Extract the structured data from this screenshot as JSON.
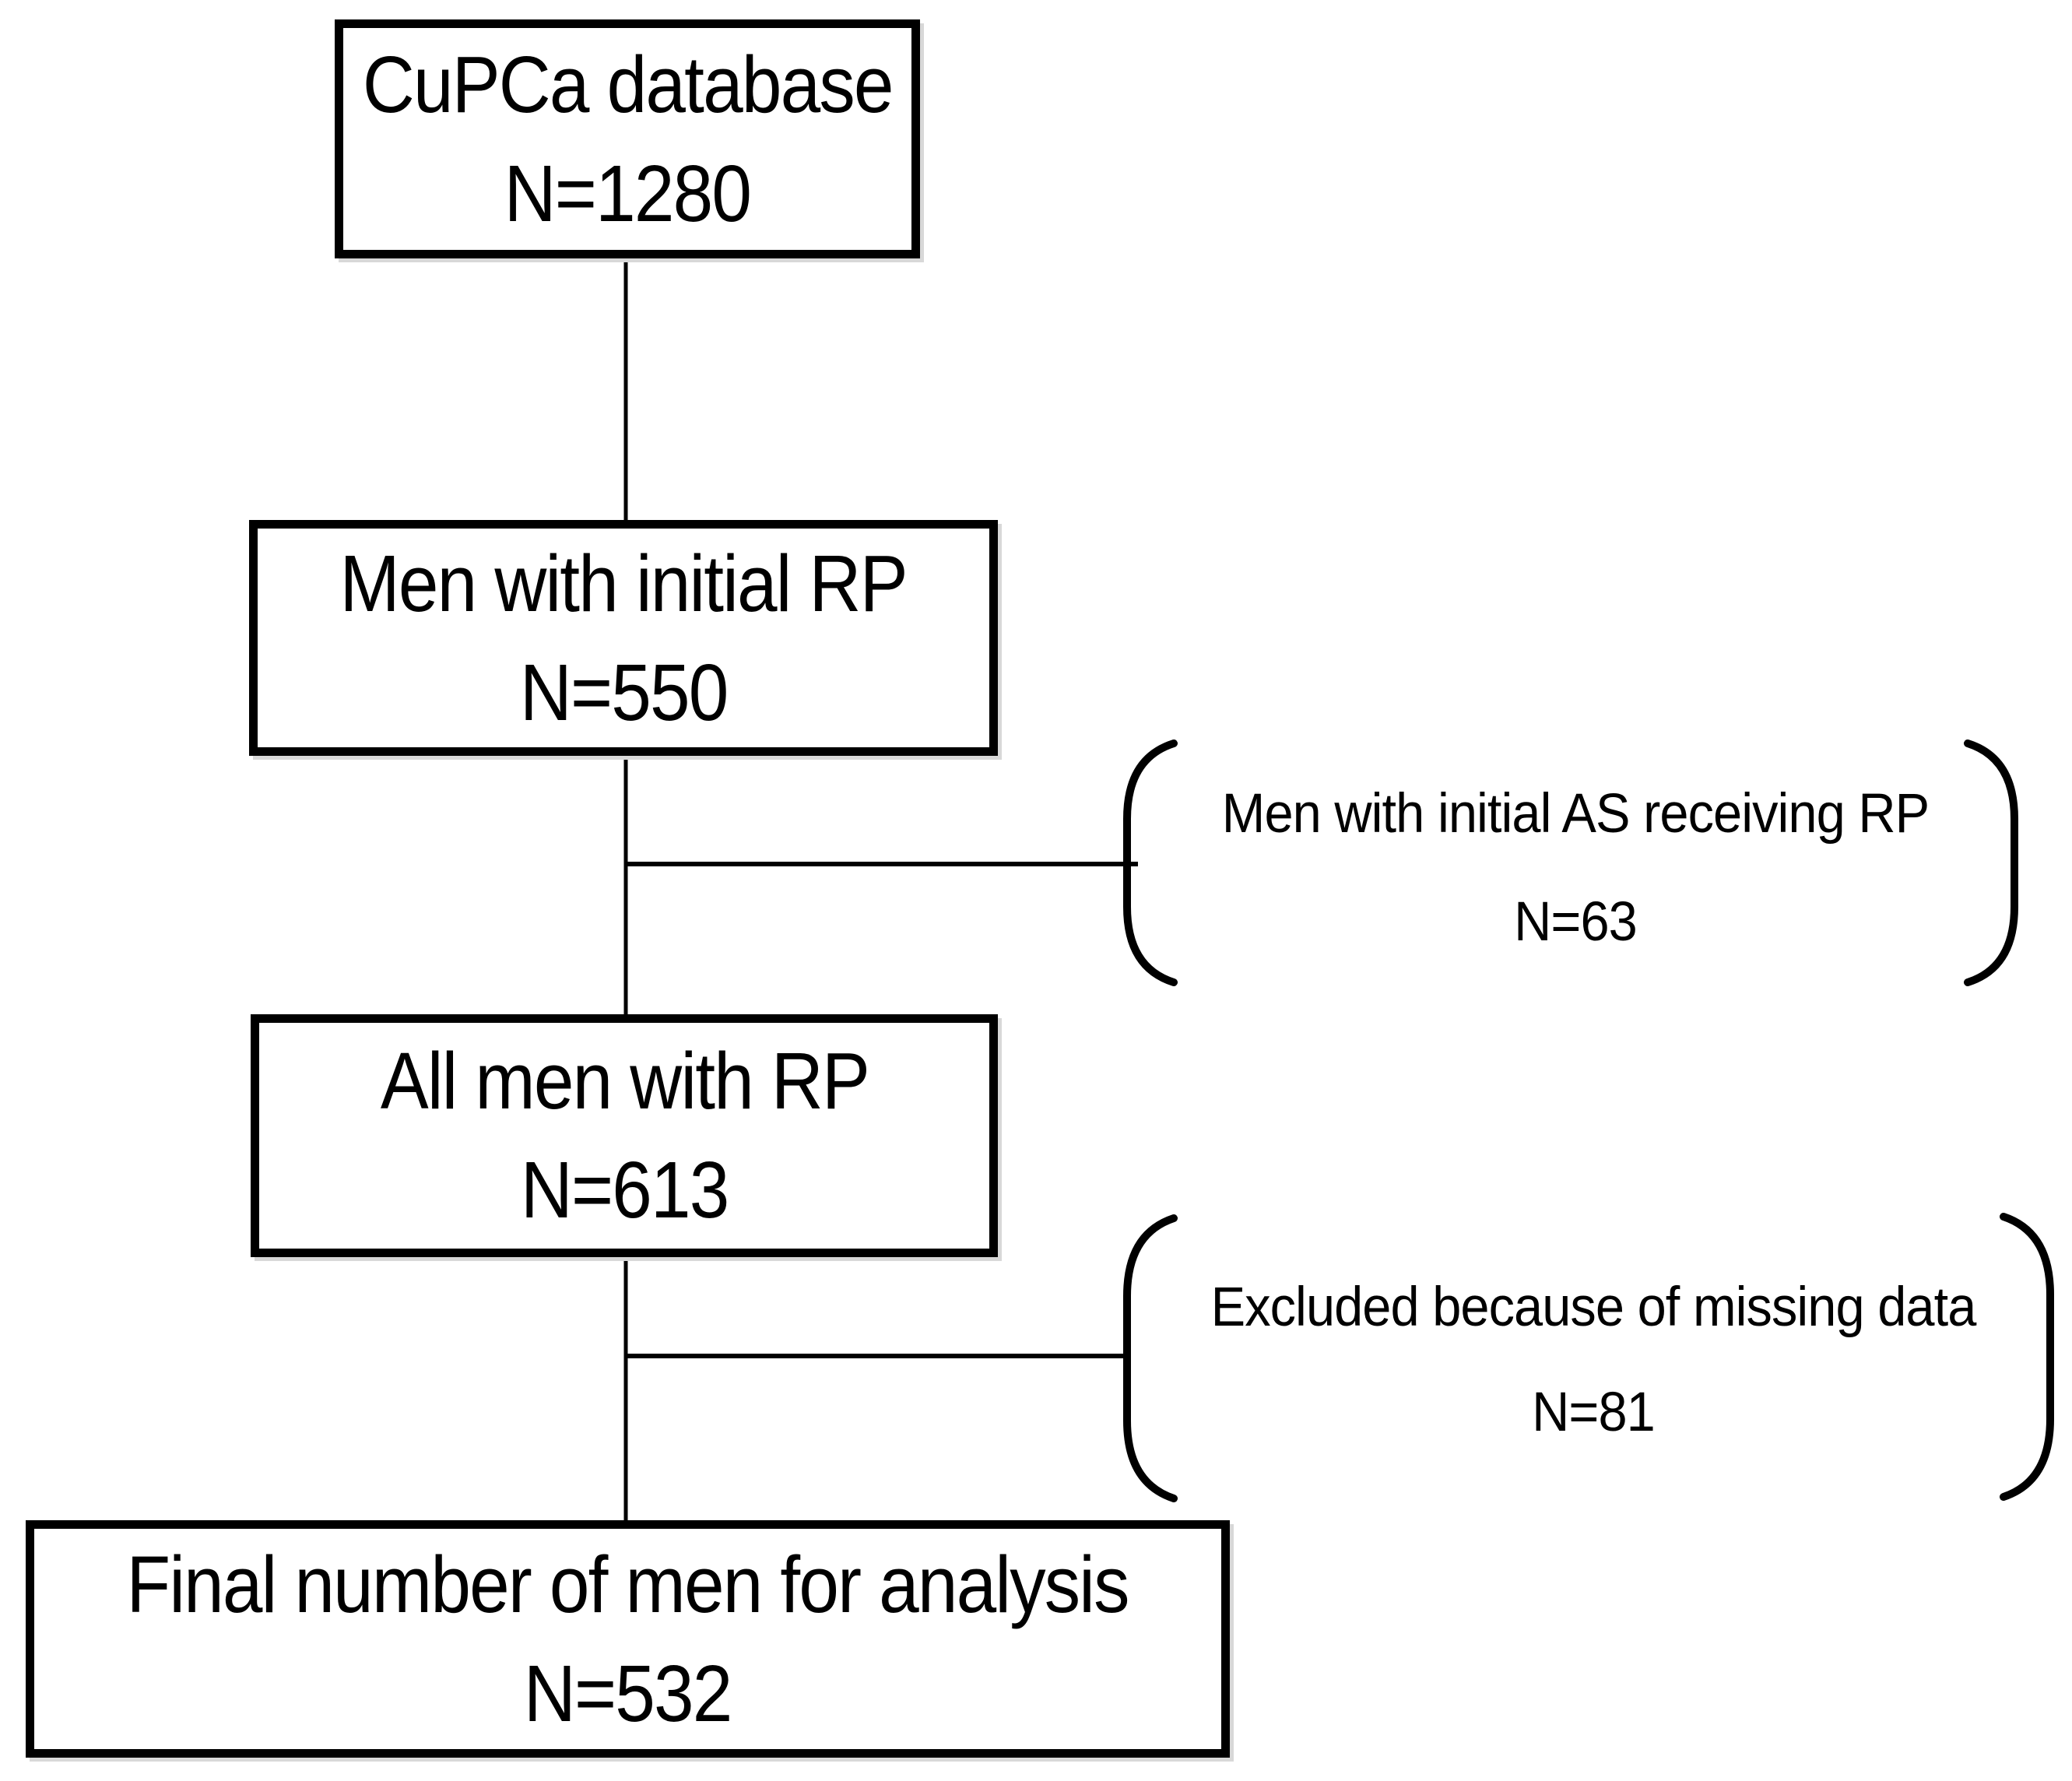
{
  "diagram": {
    "background_color": "#ffffff",
    "line_color": "#000000",
    "text_color": "#000000",
    "boxes": [
      {
        "title": "CuPCa database",
        "count": "N=1280"
      },
      {
        "title": "Men with initial RP",
        "count": "N=550"
      },
      {
        "title": "All men with RP",
        "count": "N=613"
      },
      {
        "title": "Final number of men for analysis",
        "count": "N=532"
      }
    ],
    "annotations": [
      {
        "title": "Men with initial AS receiving RP",
        "count": "N=63"
      },
      {
        "title": "Excluded because of missing data",
        "count": "N=81"
      }
    ]
  }
}
